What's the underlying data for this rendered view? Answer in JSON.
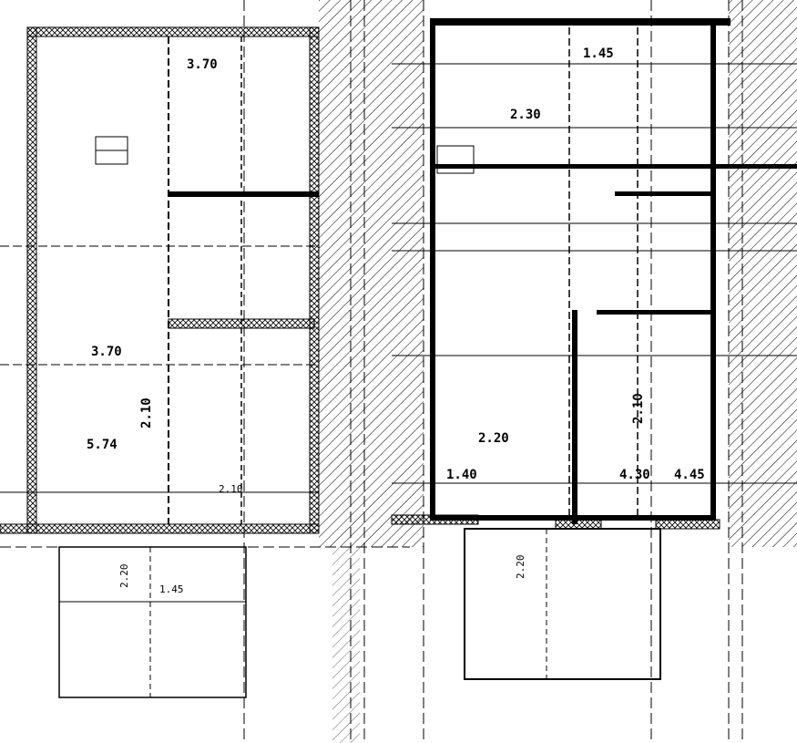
{
  "drawing": {
    "type": "floor-plan",
    "left_unit": {
      "labels": [
        "3.70",
        "5.74",
        "2.10",
        "1.45",
        "2.20",
        "3.70",
        "2.10"
      ]
    },
    "right_unit": {
      "labels": [
        "2.20",
        "1.45",
        "2.30",
        "1.40",
        "2.10",
        "4.30",
        "4.45",
        "2.20"
      ]
    }
  }
}
